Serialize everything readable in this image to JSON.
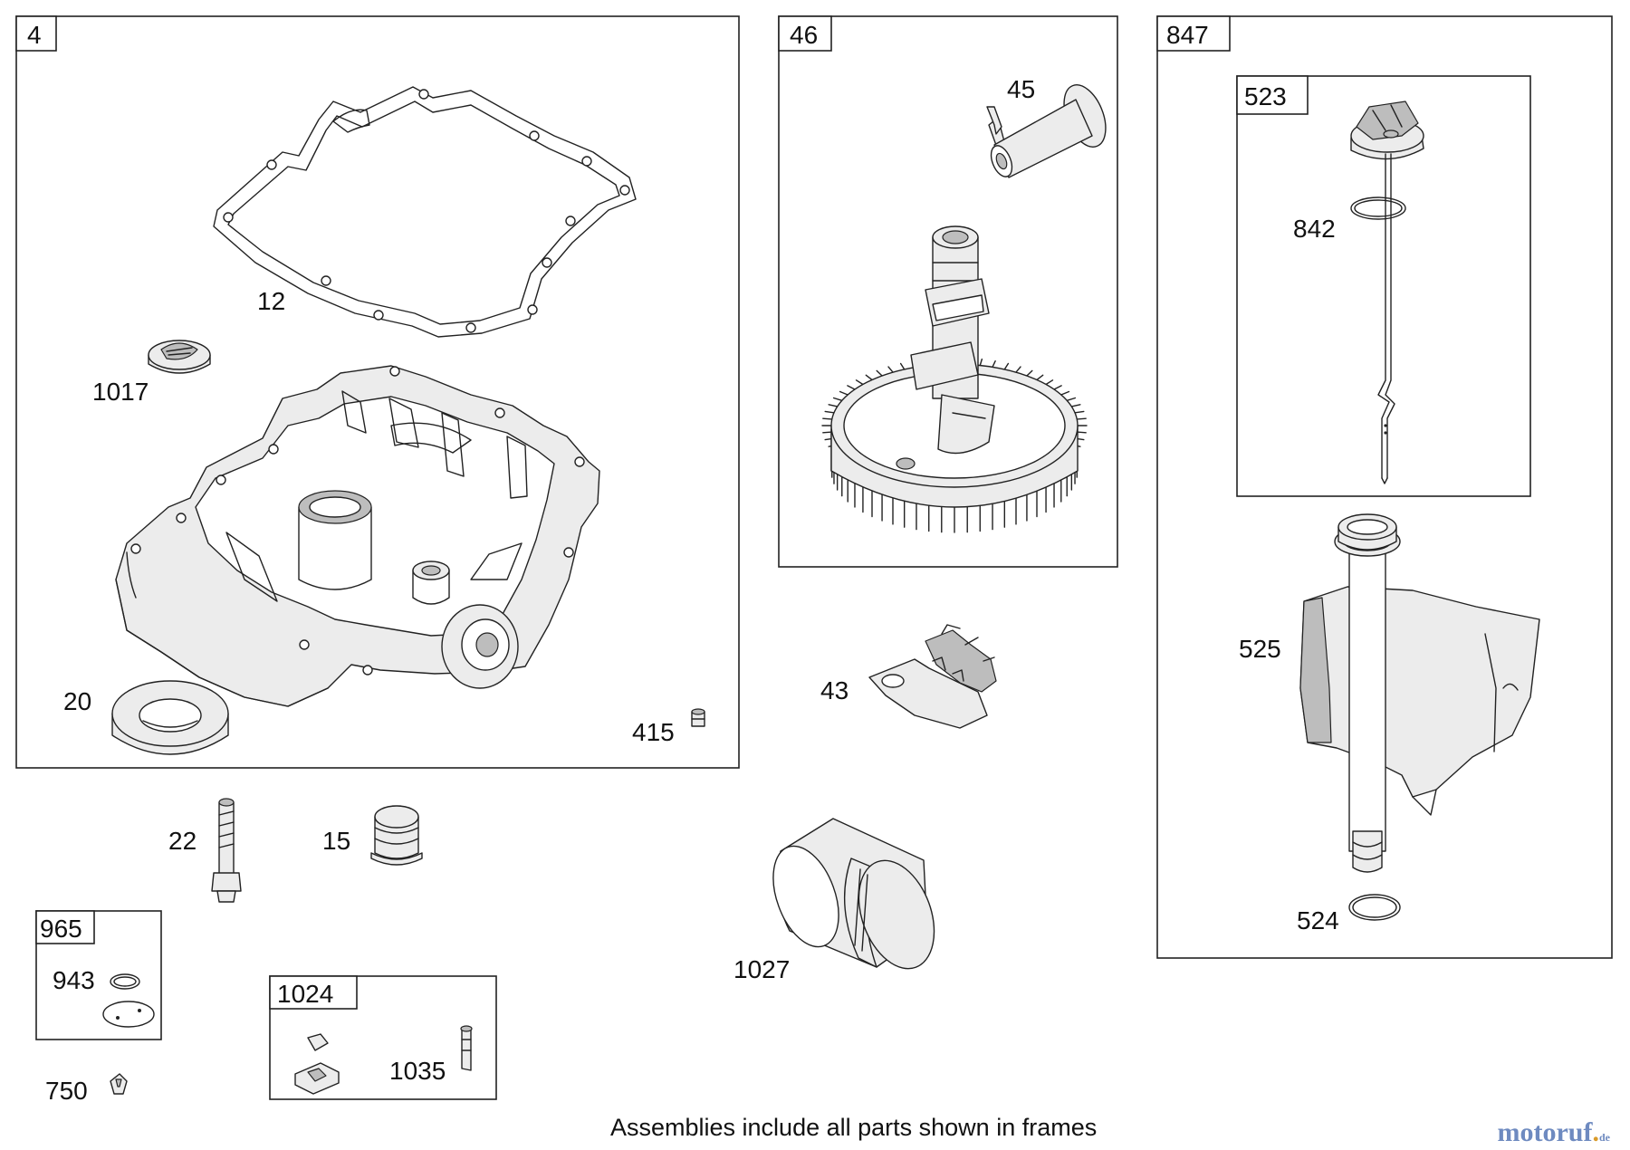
{
  "frames": {
    "f4": "4",
    "f46": "46",
    "f847": "847",
    "f523": "523",
    "f965": "965",
    "f1024": "1024"
  },
  "parts": {
    "p12": "12",
    "p1017": "1017",
    "p20": "20",
    "p415": "415",
    "p45": "45",
    "p43": "43",
    "p842": "842",
    "p525": "525",
    "p524": "524",
    "p22": "22",
    "p15": "15",
    "p1027": "1027",
    "p943": "943",
    "p750": "750",
    "p1035": "1035"
  },
  "caption": "Assemblies include all parts shown in frames",
  "watermark": {
    "main": "motoruf",
    "tld": "de"
  }
}
